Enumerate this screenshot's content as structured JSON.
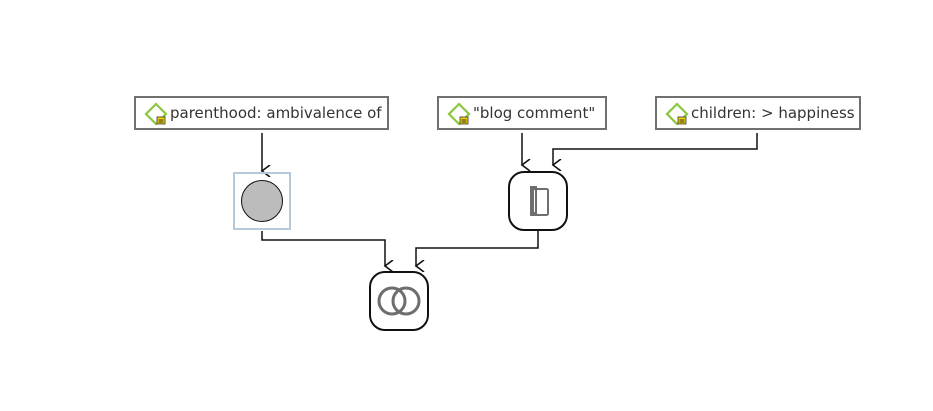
{
  "diagram": {
    "codes": [
      {
        "id": "code-parenthood",
        "label": "parenthood: ambivalence of",
        "icon": "code-tag-icon"
      },
      {
        "id": "code-blog",
        "label": "\"blog comment\"",
        "icon": "code-tag-icon"
      },
      {
        "id": "code-children",
        "label": "children: > happiness",
        "icon": "code-tag-icon"
      }
    ],
    "operators": [
      {
        "id": "any-operator",
        "icon": "gray-circle-icon"
      },
      {
        "id": "bracket-operator",
        "icon": "bracket-operator-icon"
      },
      {
        "id": "intersect-operator",
        "icon": "overlap-circles-icon"
      }
    ],
    "colors": {
      "code_icon_green": "#8cc63f",
      "code_icon_yellow": "#f2d600",
      "node_border": "#707070",
      "selection": "#b5c8dc",
      "circle_fill": "#bcbcbc"
    }
  }
}
